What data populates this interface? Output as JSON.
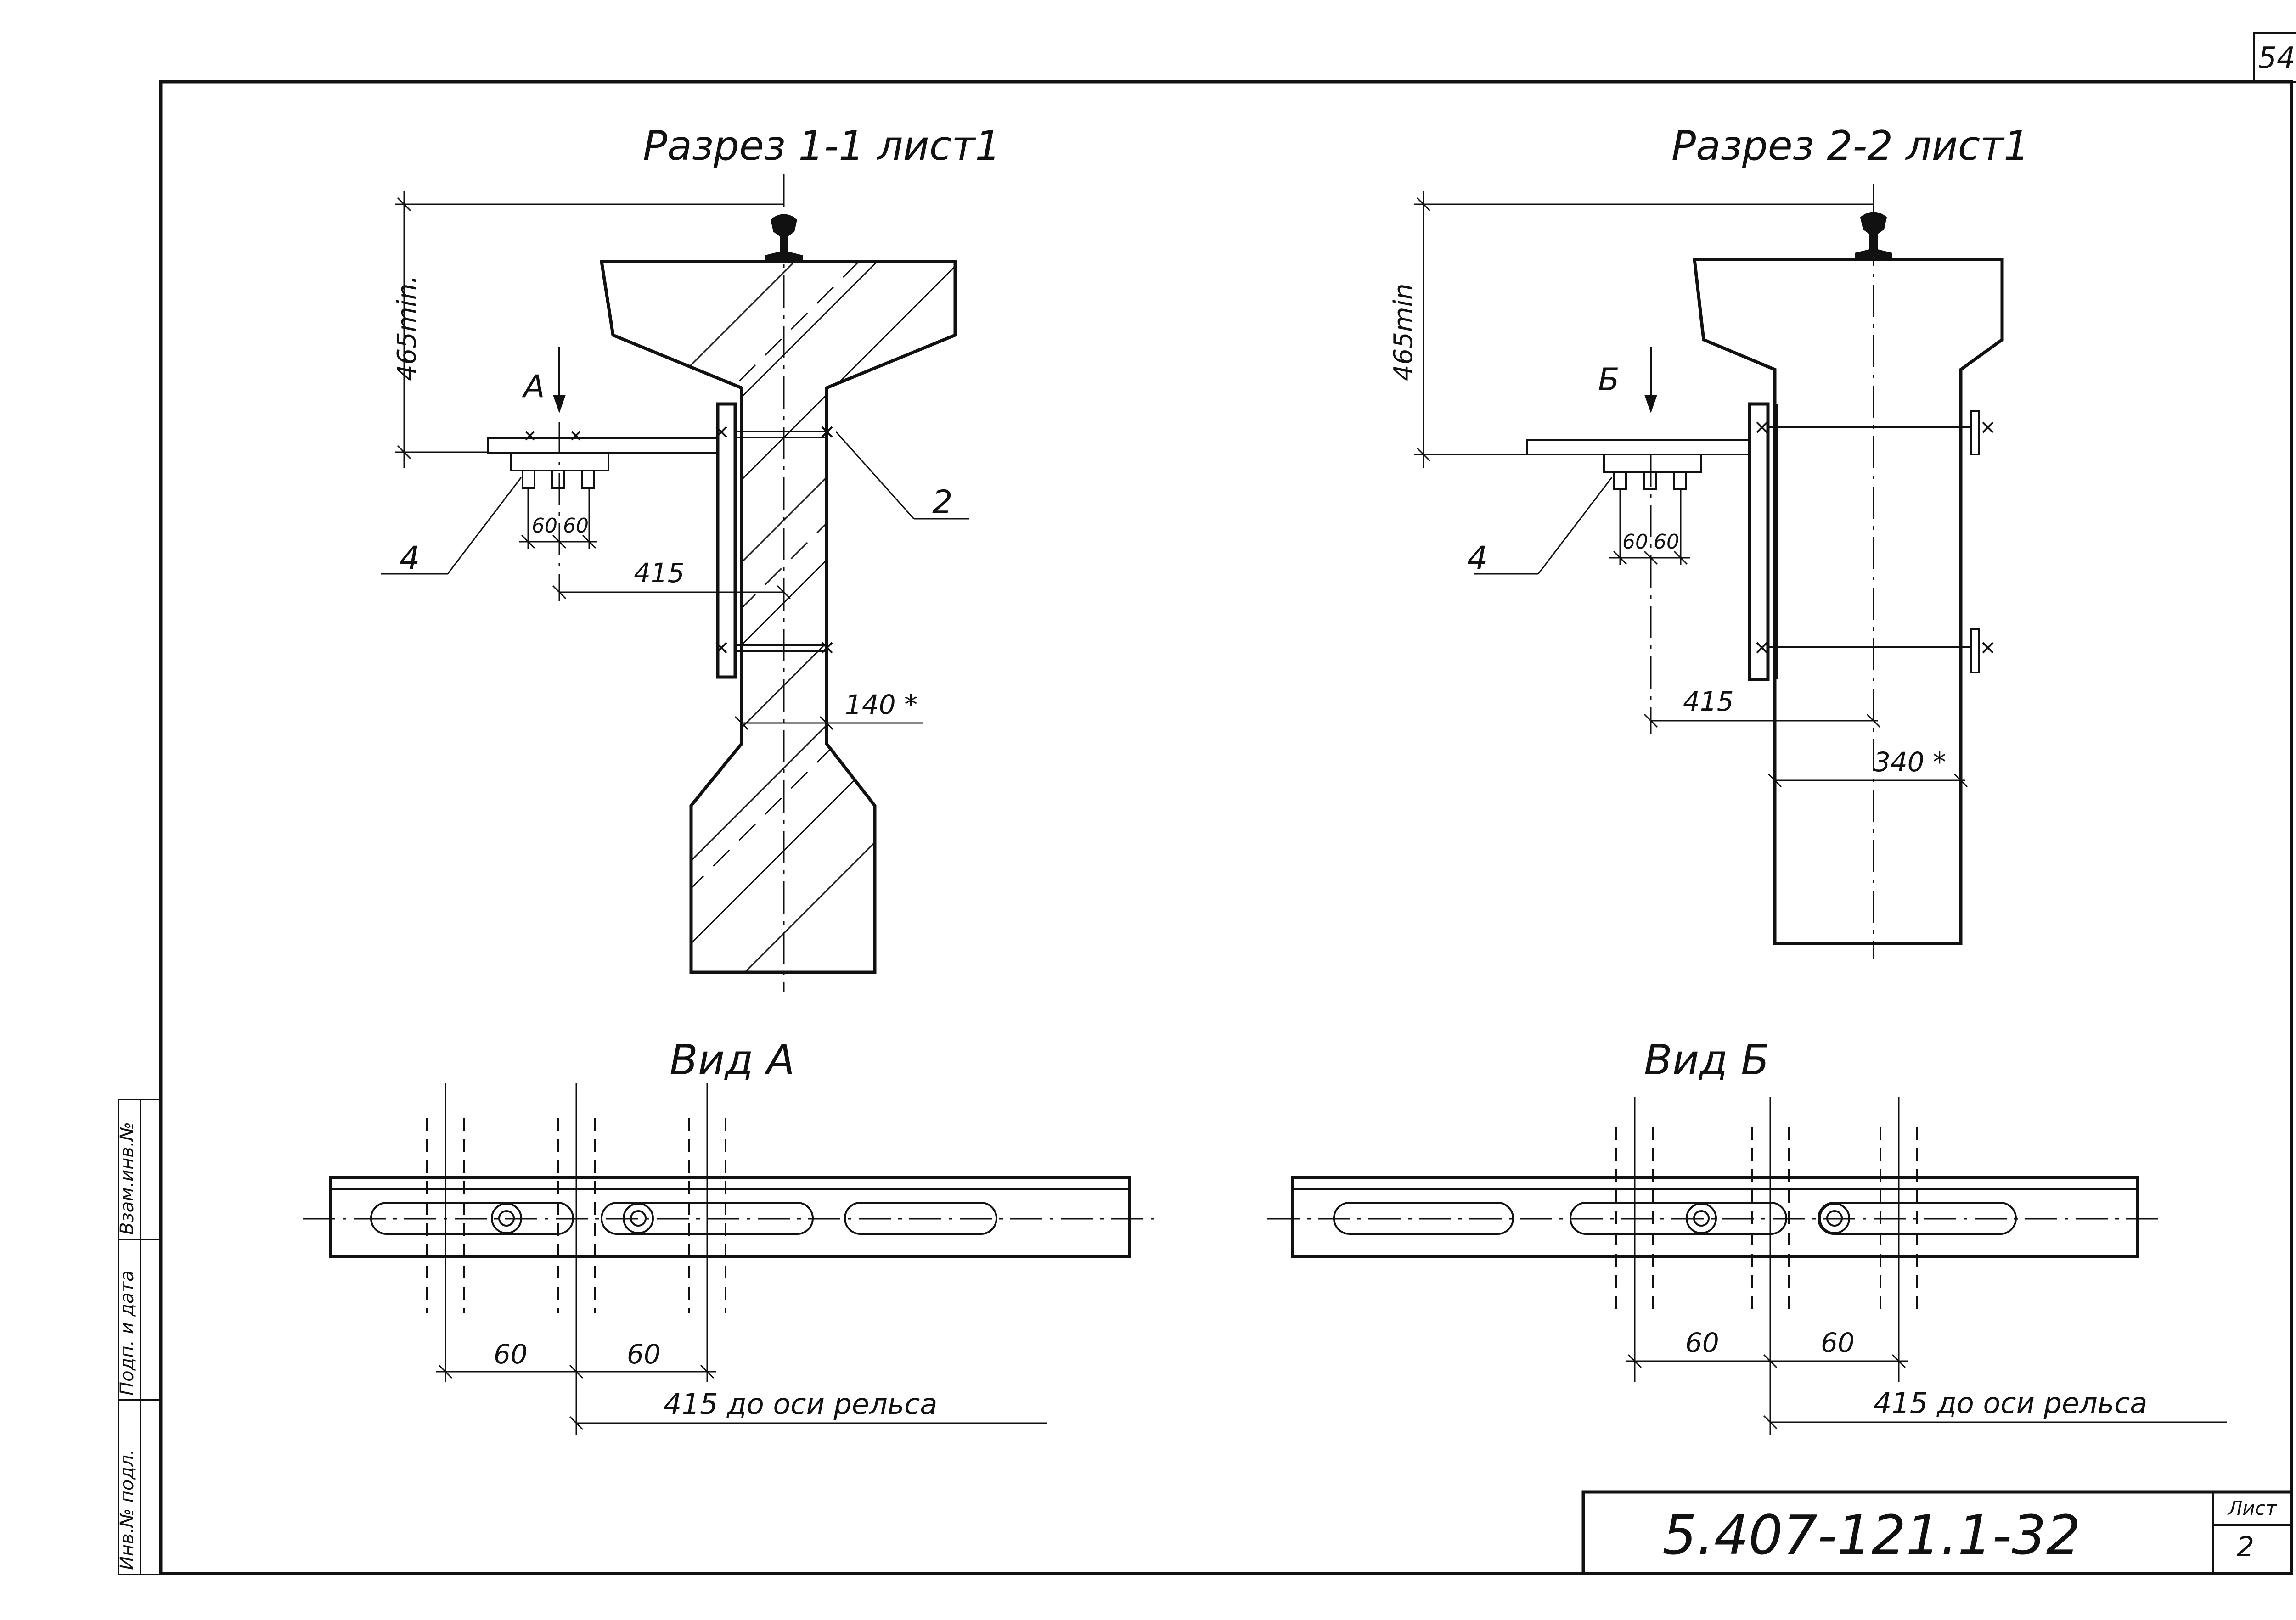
{
  "sheet_number": "54",
  "document_code": "5.407-121.1-32",
  "list_label": "Лист",
  "list_number": "2",
  "side_stamp": {
    "inv": "Инв.№ подл.",
    "sign": "Подп. и дата",
    "replace": "Взам.инв.№"
  },
  "section_1": {
    "title": "Разрез 1-1 лист1",
    "dim_height": "465min.",
    "view_arrow": "А",
    "callout_2": "2",
    "callout_4": "4",
    "dim_60a": "60",
    "dim_60b": "60",
    "dim_415": "415",
    "dim_140": "140 *"
  },
  "section_2": {
    "title": "Разрез 2-2 лист1",
    "dim_height": "465min",
    "view_arrow": "Б",
    "callout_4": "4",
    "dim_60a": "60",
    "dim_60b": "60",
    "dim_415": "415",
    "dim_340": "340 *"
  },
  "view_a": {
    "title": "Вид А",
    "dim_60a": "60",
    "dim_60b": "60",
    "dim_415": "415 до оси рельса"
  },
  "view_b": {
    "title": "Вид Б",
    "dim_60a": "60",
    "dim_60b": "60",
    "dim_415": "415 до оси рельса"
  }
}
